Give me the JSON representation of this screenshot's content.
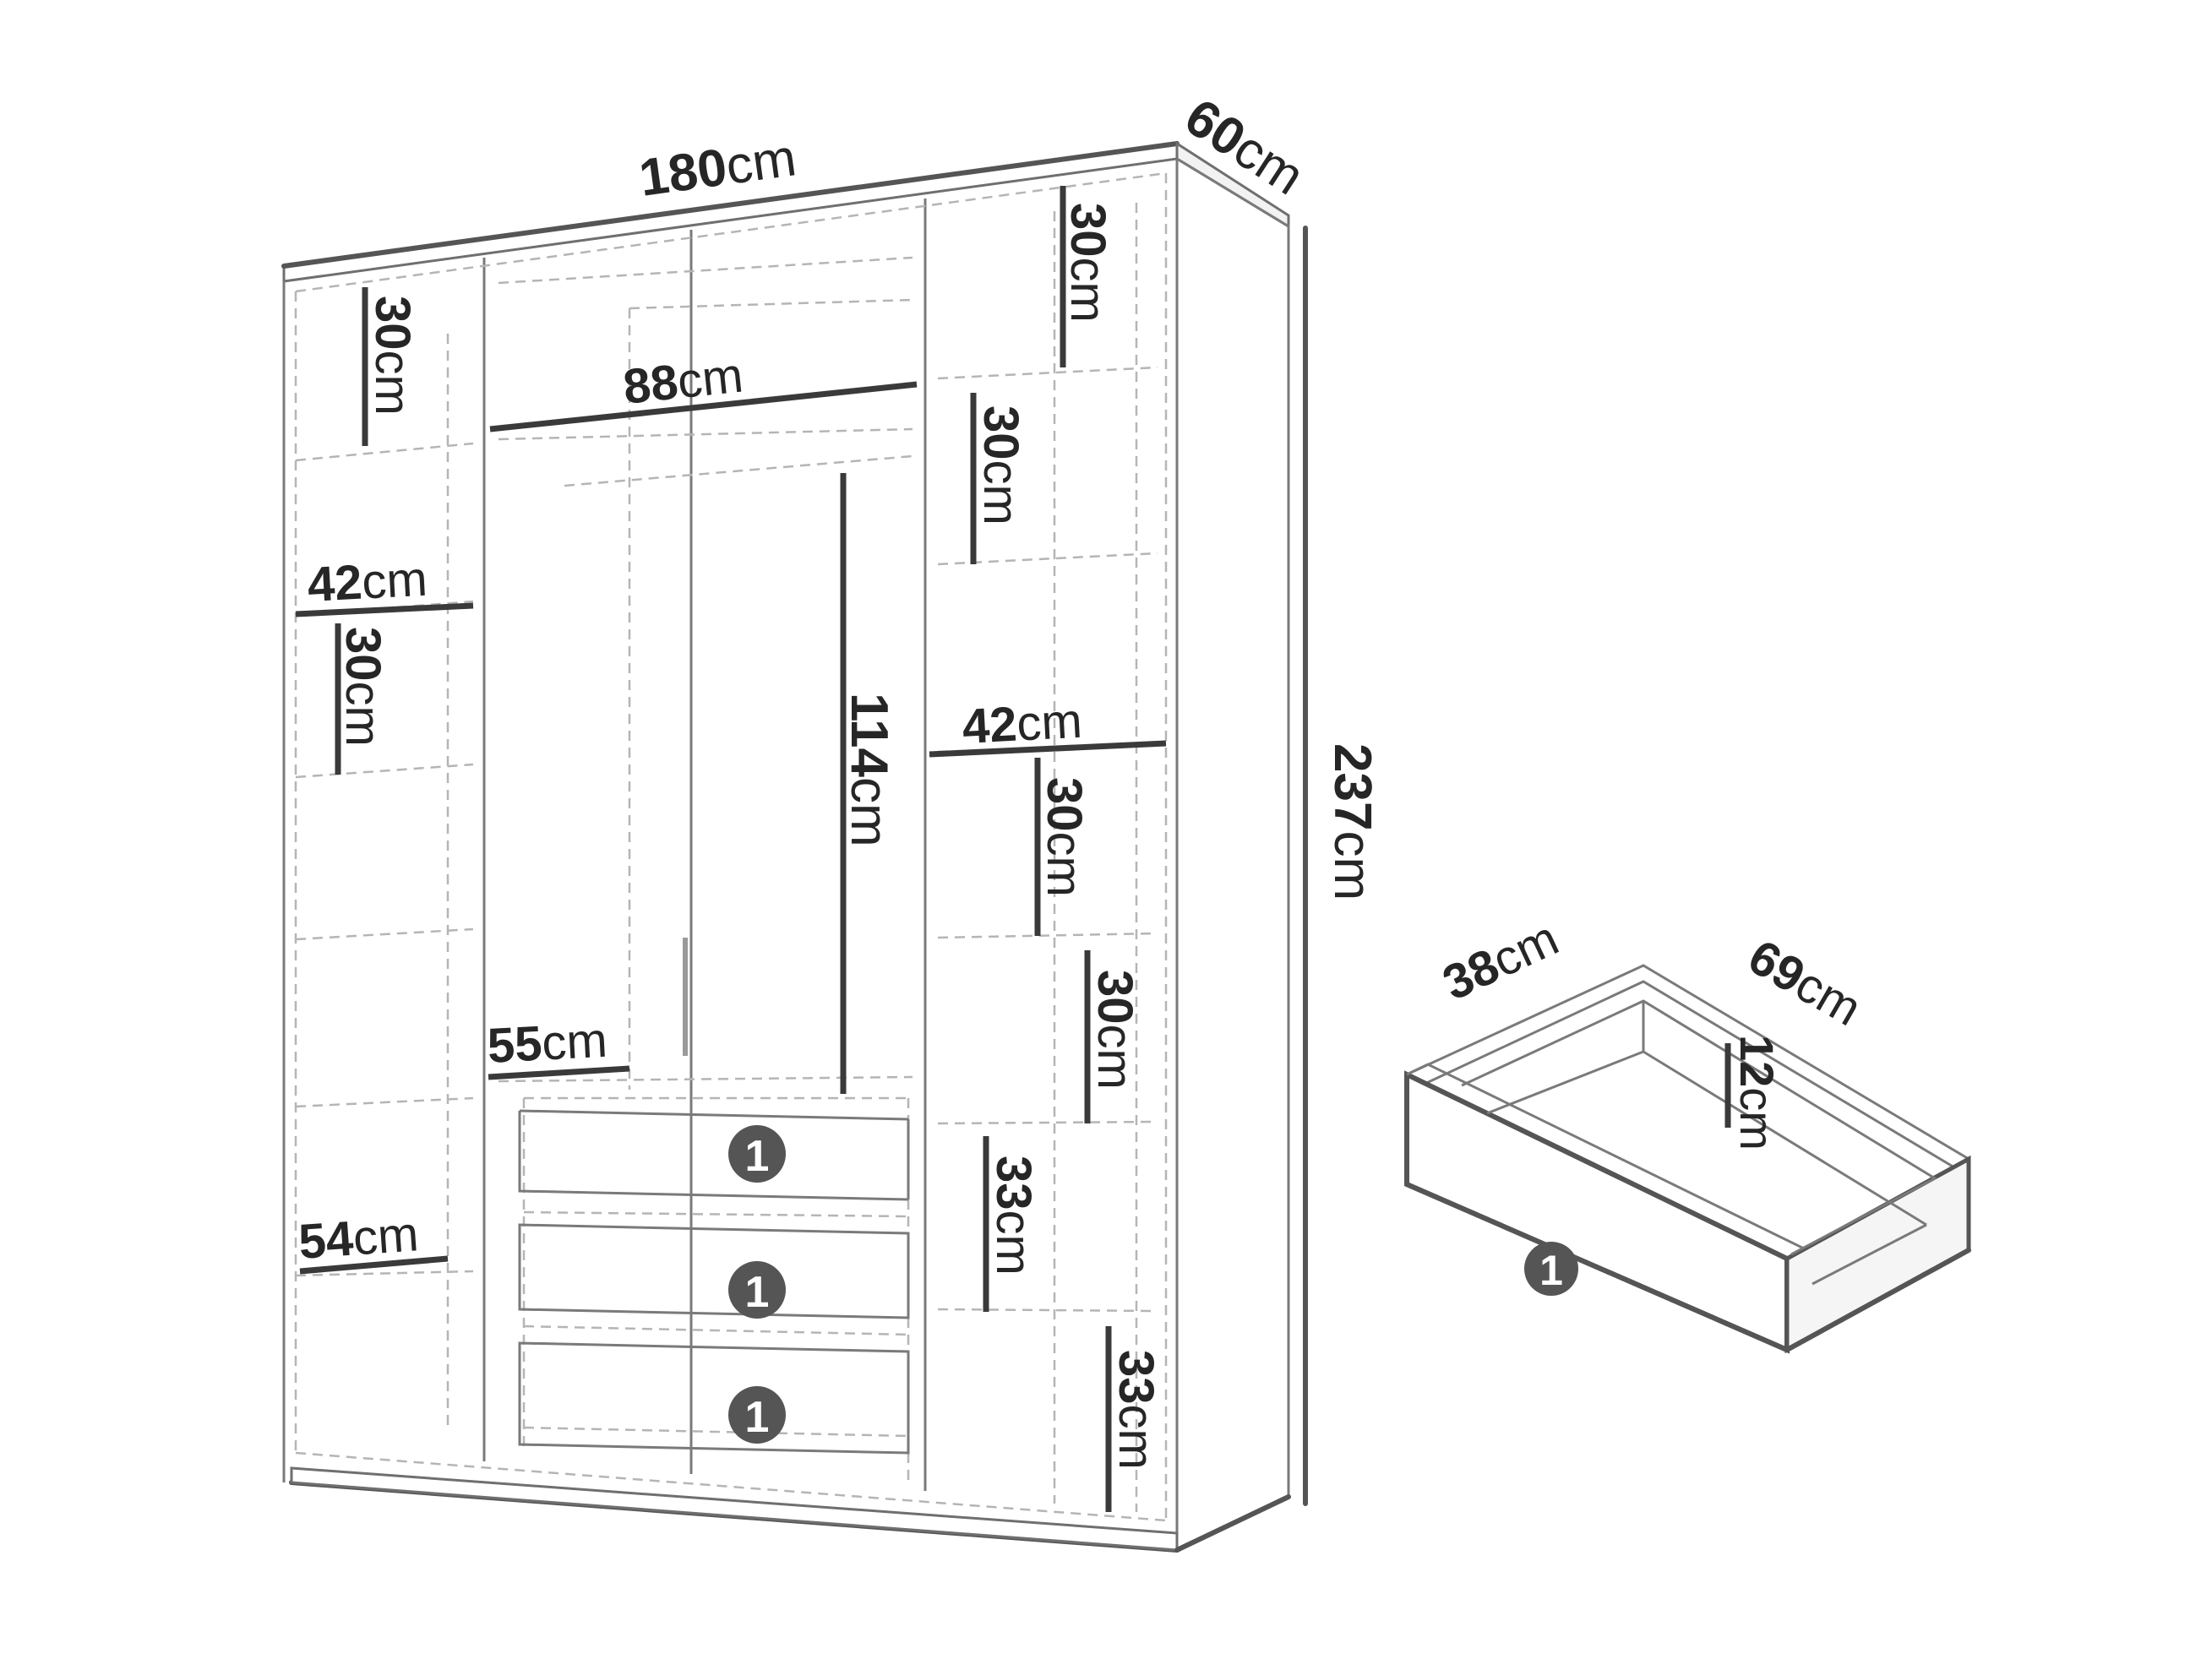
{
  "unit": "cm",
  "wardrobe": {
    "width": "180",
    "depth": "60",
    "height": "237",
    "hanging_width": "88",
    "hanging_height": "114",
    "left_shelf_width": "42",
    "right_shelf_width": "42",
    "drawer_section_width": "55",
    "bottom_shelf_width": "54",
    "left_shelf_heights": [
      "30",
      "30"
    ],
    "right_shelf_heights": [
      "30",
      "30",
      "30",
      "30",
      "33",
      "33"
    ]
  },
  "drawer": {
    "width": "38",
    "depth": "69",
    "height": "12"
  },
  "callout": "1"
}
